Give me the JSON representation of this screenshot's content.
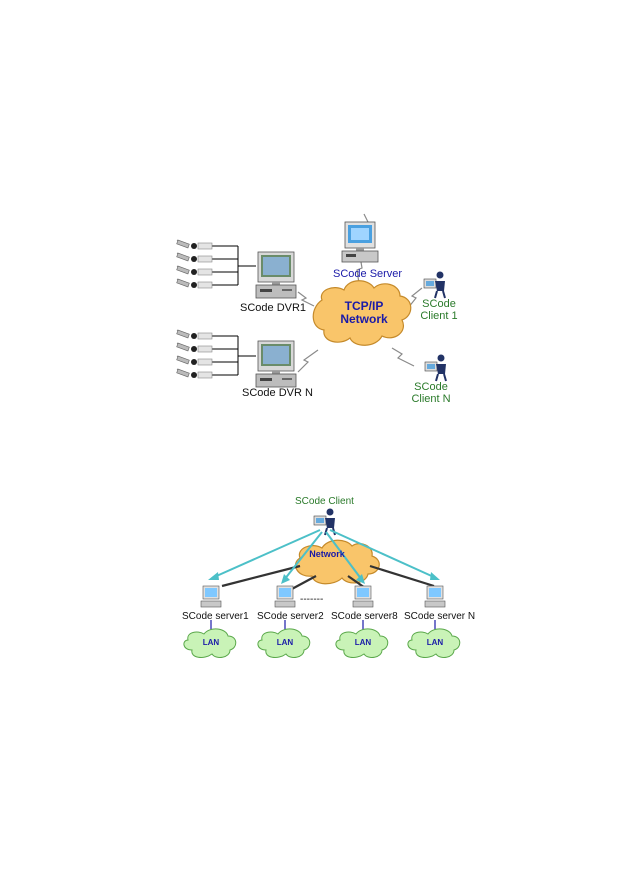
{
  "diagram1": {
    "server_label": "SCode Server",
    "dvr1_label": "SCode DVR1",
    "dvrn_label": "SCode DVR N",
    "cloud_line1": "TCP/IP",
    "cloud_line2": "Network",
    "client1_line1": "SCode",
    "client1_line2": "Client 1",
    "clientn_line1": "SCode",
    "clientn_line2": "Client N"
  },
  "diagram2": {
    "client_label": "SCode Client",
    "cloud_label": "Network",
    "servers": [
      "SCode server1",
      "SCode server2",
      "SCode server8",
      "SCode server N"
    ],
    "lan_label": "LAN",
    "ellipsis": "-------"
  },
  "colors": {
    "cloud_fill": "#f9c56a",
    "cloud_stroke": "#c58a2a",
    "lan_fill": "#c9f3b7",
    "lan_stroke": "#5aa84a",
    "link_cyan": "#4cc0c8",
    "server_label_blue": "#1a1aa8",
    "client_label_green": "#2a7a2a"
  }
}
